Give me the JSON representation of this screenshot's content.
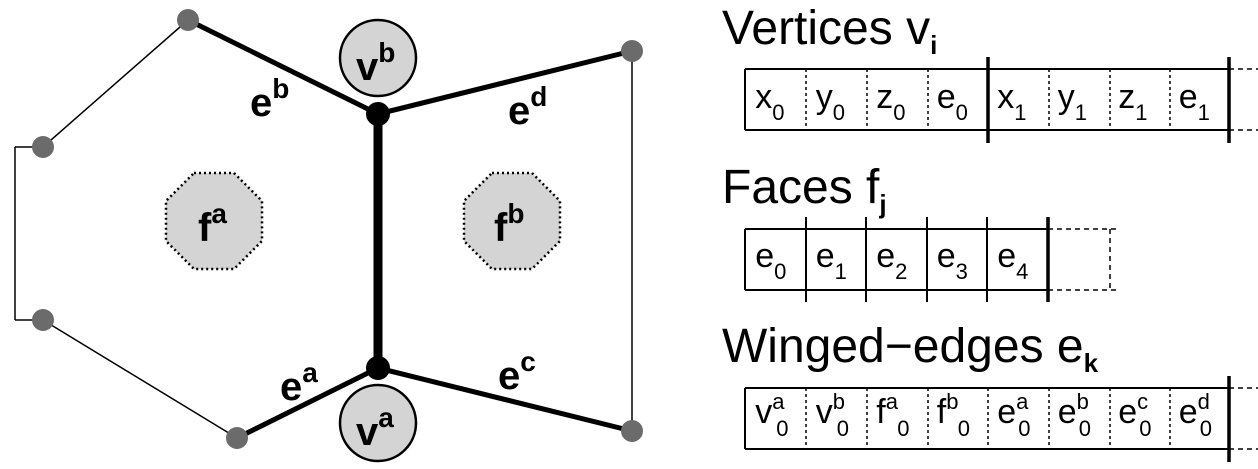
{
  "graph": {
    "vertex_top_label": {
      "base": "v",
      "sup": "b"
    },
    "vertex_bottom_label": {
      "base": "v",
      "sup": "a"
    },
    "edge_labels": [
      {
        "base": "e",
        "sup": "b"
      },
      {
        "base": "e",
        "sup": "d"
      },
      {
        "base": "e",
        "sup": "a"
      },
      {
        "base": "e",
        "sup": "c"
      }
    ],
    "face_labels": [
      {
        "base": "f",
        "sup": "a"
      },
      {
        "base": "f",
        "sup": "b"
      }
    ]
  },
  "tables": {
    "vertices": {
      "title": "Vertices v",
      "title_sub": "i",
      "cells": [
        {
          "base": "x",
          "sub": "0",
          "sup": ""
        },
        {
          "base": "y",
          "sub": "0",
          "sup": ""
        },
        {
          "base": "z",
          "sub": "0",
          "sup": ""
        },
        {
          "base": "e",
          "sub": "0",
          "sup": ""
        },
        {
          "base": "x",
          "sub": "1",
          "sup": ""
        },
        {
          "base": "y",
          "sub": "1",
          "sup": ""
        },
        {
          "base": "z",
          "sub": "1",
          "sup": ""
        },
        {
          "base": "e",
          "sub": "1",
          "sup": ""
        }
      ]
    },
    "faces": {
      "title": "Faces f",
      "title_sub": "j",
      "cells": [
        {
          "base": "e",
          "sub": "0",
          "sup": ""
        },
        {
          "base": "e",
          "sub": "1",
          "sup": ""
        },
        {
          "base": "e",
          "sub": "2",
          "sup": ""
        },
        {
          "base": "e",
          "sub": "3",
          "sup": ""
        },
        {
          "base": "e",
          "sub": "4",
          "sup": ""
        }
      ]
    },
    "winged_edges": {
      "title": "Winged−edges e",
      "title_sub": "k",
      "cells": [
        {
          "base": "v",
          "sub": "0",
          "sup": "a"
        },
        {
          "base": "v",
          "sub": "0",
          "sup": "b"
        },
        {
          "base": "f",
          "sub": "0",
          "sup": "a"
        },
        {
          "base": "f",
          "sub": "0",
          "sup": "b"
        },
        {
          "base": "e",
          "sub": "0",
          "sup": "a"
        },
        {
          "base": "e",
          "sub": "0",
          "sup": "b"
        },
        {
          "base": "e",
          "sub": "0",
          "sup": "c"
        },
        {
          "base": "e",
          "sub": "0",
          "sup": "d"
        }
      ]
    }
  },
  "colors": {
    "node_gray": "#6b6b6b",
    "face_fill": "#d4d4d4",
    "vertex_circle_fill": "#d4d4d4",
    "line": "#000000"
  }
}
